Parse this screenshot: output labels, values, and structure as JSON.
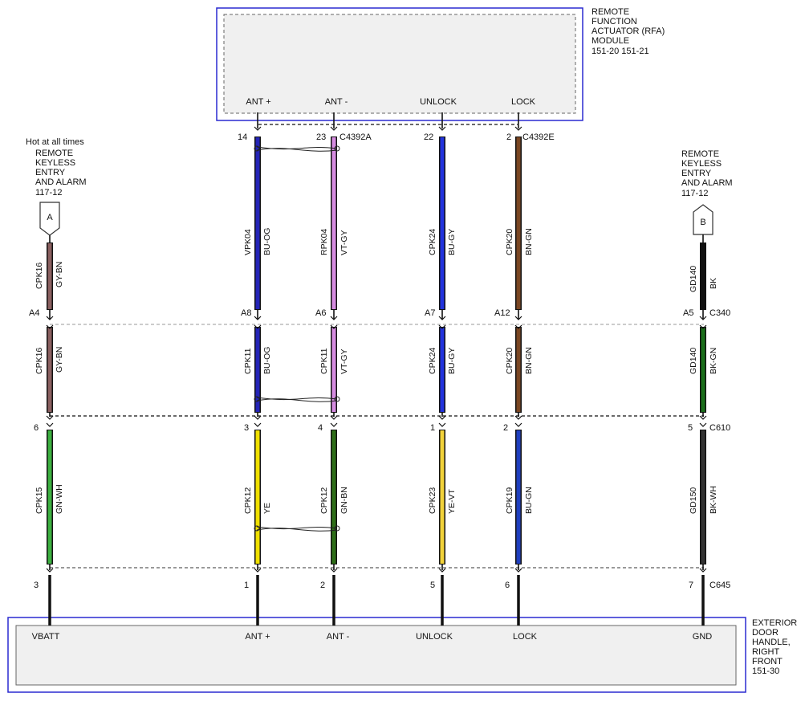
{
  "modules": {
    "rfa": {
      "name_lines": [
        "REMOTE",
        "FUNCTION",
        "ACTUATOR (RFA)",
        "MODULE"
      ],
      "ref": "151-20   151-21",
      "pin_labels": [
        "ANT +",
        "ANT -",
        "UNLOCK",
        "LOCK"
      ]
    },
    "handle": {
      "name_lines": [
        "EXTERIOR",
        "DOOR",
        "HANDLE,",
        "RIGHT",
        "FRONT"
      ],
      "ref": "151-30",
      "pin_labels": [
        "VBATT",
        "ANT +",
        "ANT -",
        "UNLOCK",
        "LOCK",
        "GND"
      ]
    }
  },
  "refs": {
    "left": {
      "note": "Hot at all times",
      "lines": [
        "REMOTE",
        "KEYLESS",
        "ENTRY",
        "AND ALARM"
      ],
      "page": "117-12",
      "tag": "A"
    },
    "right": {
      "lines": [
        "REMOTE",
        "KEYLESS",
        "ENTRY",
        "AND ALARM"
      ],
      "page": "117-12",
      "tag": "B"
    }
  },
  "connectors": {
    "c4392a": "C4392A",
    "c4392e": "C4392E",
    "c340": "C340",
    "c610": "C610",
    "c645": "C645"
  },
  "pins": {
    "rfa": [
      "14",
      "23",
      "22",
      "2"
    ],
    "c340": [
      "A4",
      "A8",
      "A6",
      "A7",
      "A12",
      "A5"
    ],
    "c610": [
      "6",
      "3",
      "4",
      "1",
      "2",
      "5"
    ],
    "c645": [
      "3",
      "1",
      "2",
      "5",
      "6",
      "7"
    ]
  },
  "wires": {
    "seg1": [
      {
        "circuit": "CPK16",
        "color": "GY-BN",
        "hex": "#8a6060"
      },
      {
        "circuit": "VPK04",
        "color": "BU-OG",
        "hex": "#2424b8"
      },
      {
        "circuit": "RPK04",
        "color": "VT-GY",
        "hex": "#d58be0"
      },
      {
        "circuit": "CPK24",
        "color": "BU-GY",
        "hex": "#2233dd"
      },
      {
        "circuit": "CPK20",
        "color": "BN-GN",
        "hex": "#7a4622"
      },
      {
        "circuit": "GD140",
        "color": "BK",
        "hex": "#111111"
      }
    ],
    "seg2": [
      {
        "circuit": "CPK16",
        "color": "GY-BN",
        "hex": "#8a6060"
      },
      {
        "circuit": "CPK11",
        "color": "BU-OG",
        "hex": "#2424b8"
      },
      {
        "circuit": "CPK11",
        "color": "VT-GY",
        "hex": "#d58be0"
      },
      {
        "circuit": "CPK24",
        "color": "BU-GY",
        "hex": "#2233dd"
      },
      {
        "circuit": "CPK20",
        "color": "BN-GN",
        "hex": "#7a4622"
      },
      {
        "circuit": "GD140",
        "color": "BK-GN",
        "hex": "#1a6e1a"
      }
    ],
    "seg3": [
      {
        "circuit": "CPK15",
        "color": "GN-WH",
        "hex": "#3cb040"
      },
      {
        "circuit": "CPK12",
        "color": "YE",
        "hex": "#f0e000"
      },
      {
        "circuit": "CPK12",
        "color": "GN-BN",
        "hex": "#2e6e18"
      },
      {
        "circuit": "CPK23",
        "color": "YE-VT",
        "hex": "#f2d23a"
      },
      {
        "circuit": "CPK19",
        "color": "BU-GN",
        "hex": "#1f3fbf"
      },
      {
        "circuit": "GD150",
        "color": "BK-WH",
        "hex": "#333333"
      }
    ]
  }
}
